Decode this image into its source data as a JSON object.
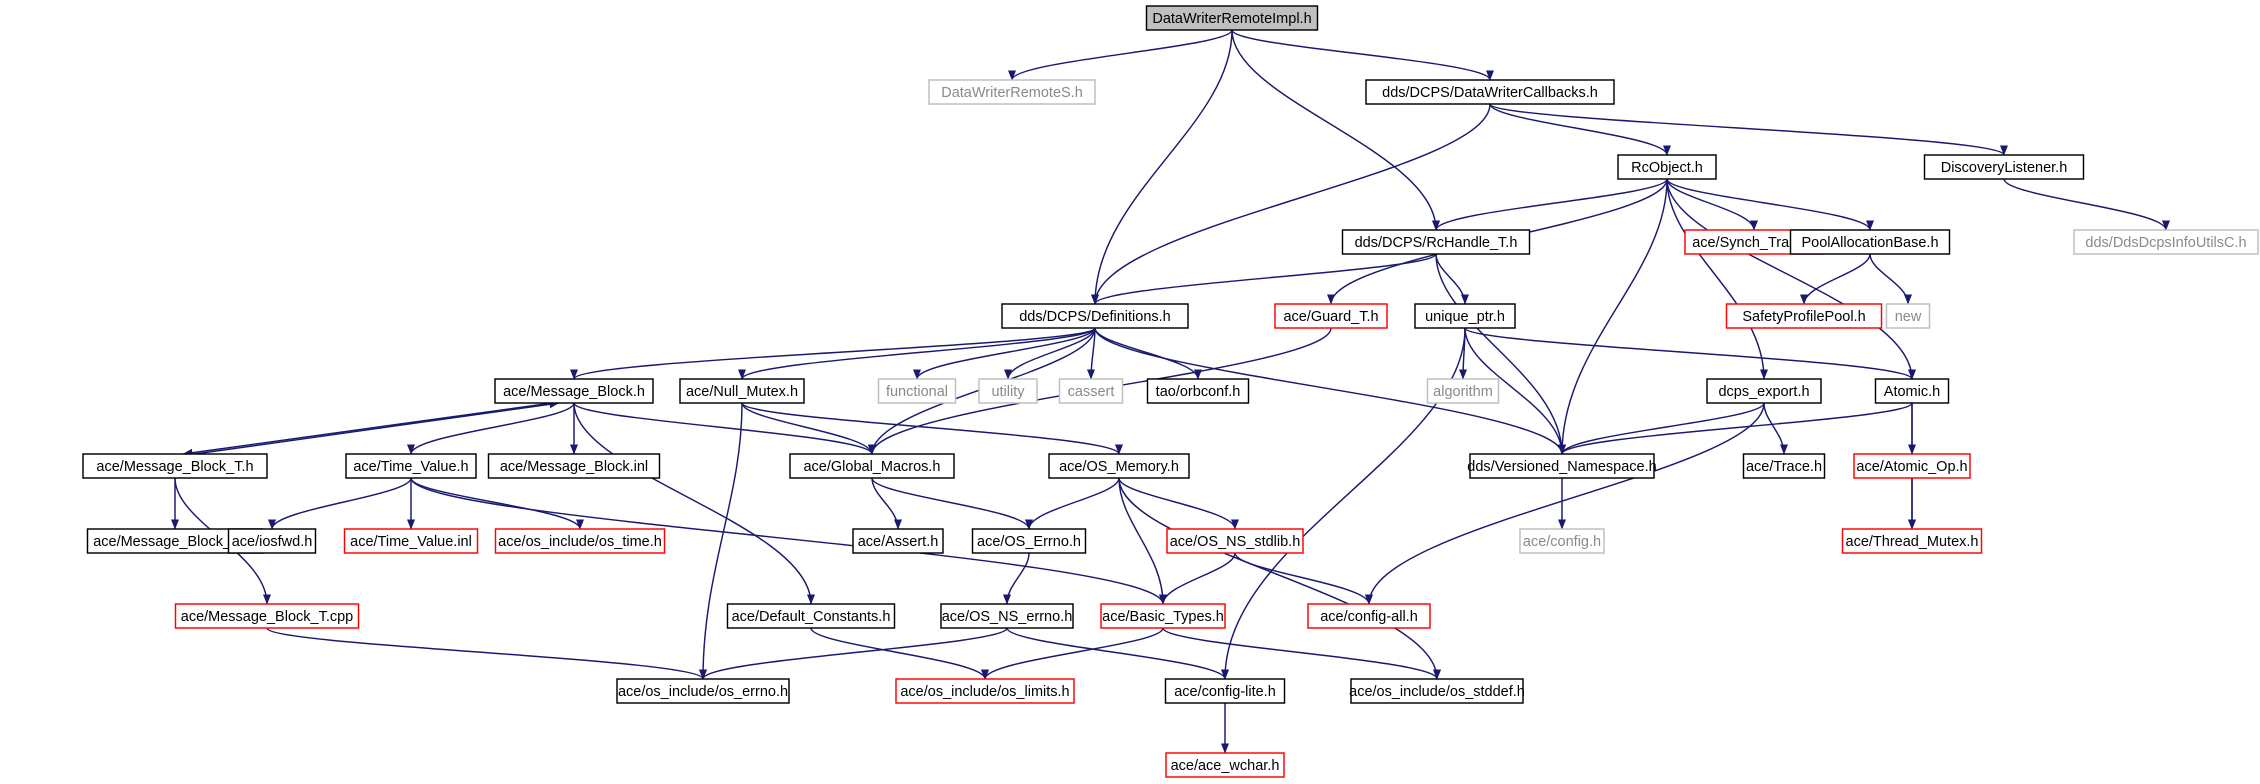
{
  "diagram": {
    "type": "include-dependency-graph",
    "colors": {
      "edge": "#191970",
      "root_fill": "#bfbfbf",
      "normal_border": "#000000",
      "red_border": "#ff0000",
      "gray_border": "#bfbfbf",
      "gray_text": "#8a8a8a"
    },
    "nodes": [
      {
        "id": "root",
        "label": "DataWriterRemoteImpl.h",
        "kind": "root"
      },
      {
        "id": "dwrs",
        "label": "DataWriterRemoteS.h",
        "kind": "gray"
      },
      {
        "id": "dwcb",
        "label": "dds/DCPS/DataWriterCallbacks.h",
        "kind": "normal"
      },
      {
        "id": "rcobj",
        "label": "RcObject.h",
        "kind": "normal"
      },
      {
        "id": "disc",
        "label": "DiscoveryListener.h",
        "kind": "normal"
      },
      {
        "id": "ddsinfo",
        "label": "dds/DdsDcpsInfoUtilsC.h",
        "kind": "gray"
      },
      {
        "id": "rchandle",
        "label": "dds/DCPS/RcHandle_T.h",
        "kind": "normal"
      },
      {
        "id": "synch",
        "label": "ace/Synch_Traits.h",
        "kind": "red"
      },
      {
        "id": "pool",
        "label": "PoolAllocationBase.h",
        "kind": "normal"
      },
      {
        "id": "defs",
        "label": "dds/DCPS/Definitions.h",
        "kind": "normal"
      },
      {
        "id": "guard",
        "label": "ace/Guard_T.h",
        "kind": "red"
      },
      {
        "id": "uptr",
        "label": "unique_ptr.h",
        "kind": "normal"
      },
      {
        "id": "safety",
        "label": "SafetyProfilePool.h",
        "kind": "red"
      },
      {
        "id": "new",
        "label": "new",
        "kind": "gray"
      },
      {
        "id": "msgblk",
        "label": "ace/Message_Block.h",
        "kind": "normal"
      },
      {
        "id": "nullmtx",
        "label": "ace/Null_Mutex.h",
        "kind": "normal"
      },
      {
        "id": "functional",
        "label": "functional",
        "kind": "gray"
      },
      {
        "id": "utility",
        "label": "utility",
        "kind": "gray"
      },
      {
        "id": "cassert",
        "label": "cassert",
        "kind": "gray"
      },
      {
        "id": "orbconf",
        "label": "tao/orbconf.h",
        "kind": "normal"
      },
      {
        "id": "algorithm",
        "label": "algorithm",
        "kind": "gray"
      },
      {
        "id": "dcpsexp",
        "label": "dcps_export.h",
        "kind": "normal"
      },
      {
        "id": "atomic",
        "label": "Atomic.h",
        "kind": "normal"
      },
      {
        "id": "msgblkT",
        "label": "ace/Message_Block_T.h",
        "kind": "normal"
      },
      {
        "id": "timeval",
        "label": "ace/Time_Value.h",
        "kind": "normal"
      },
      {
        "id": "msgblkinl",
        "label": "ace/Message_Block.inl",
        "kind": "normal"
      },
      {
        "id": "globmac",
        "label": "ace/Global_Macros.h",
        "kind": "normal"
      },
      {
        "id": "osmem",
        "label": "ace/OS_Memory.h",
        "kind": "normal"
      },
      {
        "id": "versns",
        "label": "dds/Versioned_Namespace.h",
        "kind": "normal"
      },
      {
        "id": "trace",
        "label": "ace/Trace.h",
        "kind": "normal"
      },
      {
        "id": "atomicop",
        "label": "ace/Atomic_Op.h",
        "kind": "red"
      },
      {
        "id": "msgblkTinl",
        "label": "ace/Message_Block_T.inl",
        "kind": "normal"
      },
      {
        "id": "iosfwd",
        "label": "ace/iosfwd.h",
        "kind": "normal"
      },
      {
        "id": "timevalinl",
        "label": "ace/Time_Value.inl",
        "kind": "red"
      },
      {
        "id": "ostime",
        "label": "ace/os_include/os_time.h",
        "kind": "red"
      },
      {
        "id": "assert",
        "label": "ace/Assert.h",
        "kind": "normal"
      },
      {
        "id": "oserrno",
        "label": "ace/OS_Errno.h",
        "kind": "normal"
      },
      {
        "id": "nsstdlib",
        "label": "ace/OS_NS_stdlib.h",
        "kind": "red"
      },
      {
        "id": "config",
        "label": "ace/config.h",
        "kind": "gray"
      },
      {
        "id": "thrmtx",
        "label": "ace/Thread_Mutex.h",
        "kind": "red"
      },
      {
        "id": "msgblkTcpp",
        "label": "ace/Message_Block_T.cpp",
        "kind": "red"
      },
      {
        "id": "defconst",
        "label": "ace/Default_Constants.h",
        "kind": "normal"
      },
      {
        "id": "nserrno",
        "label": "ace/OS_NS_errno.h",
        "kind": "normal"
      },
      {
        "id": "basictypes",
        "label": "ace/Basic_Types.h",
        "kind": "red"
      },
      {
        "id": "configall",
        "label": "ace/config-all.h",
        "kind": "red"
      },
      {
        "id": "oserrnoh",
        "label": "ace/os_include/os_errno.h",
        "kind": "normal"
      },
      {
        "id": "oslimits",
        "label": "ace/os_include/os_limits.h",
        "kind": "red"
      },
      {
        "id": "configlite",
        "label": "ace/config-lite.h",
        "kind": "normal"
      },
      {
        "id": "osstddef",
        "label": "ace/os_include/os_stddef.h",
        "kind": "normal"
      },
      {
        "id": "wchar",
        "label": "ace/ace_wchar.h",
        "kind": "red"
      }
    ],
    "edges": [
      {
        "from": "root",
        "to": "dwrs"
      },
      {
        "from": "root",
        "to": "dwcb"
      },
      {
        "from": "root",
        "to": "rchandle"
      },
      {
        "from": "root",
        "to": "defs"
      },
      {
        "from": "dwcb",
        "to": "rcobj"
      },
      {
        "from": "dwcb",
        "to": "disc"
      },
      {
        "from": "dwcb",
        "to": "defs"
      },
      {
        "from": "disc",
        "to": "ddsinfo"
      },
      {
        "from": "rcobj",
        "to": "rchandle"
      },
      {
        "from": "rcobj",
        "to": "synch"
      },
      {
        "from": "rcobj",
        "to": "pool"
      },
      {
        "from": "rcobj",
        "to": "guard"
      },
      {
        "from": "rcobj",
        "to": "versns"
      },
      {
        "from": "rcobj",
        "to": "dcpsexp"
      },
      {
        "from": "rcobj",
        "to": "atomic"
      },
      {
        "from": "pool",
        "to": "safety"
      },
      {
        "from": "pool",
        "to": "new"
      },
      {
        "from": "rchandle",
        "to": "defs"
      },
      {
        "from": "rchandle",
        "to": "uptr"
      },
      {
        "from": "rchandle",
        "to": "versns"
      },
      {
        "from": "defs",
        "to": "msgblk"
      },
      {
        "from": "defs",
        "to": "nullmtx"
      },
      {
        "from": "defs",
        "to": "functional"
      },
      {
        "from": "defs",
        "to": "utility"
      },
      {
        "from": "defs",
        "to": "cassert"
      },
      {
        "from": "defs",
        "to": "orbconf"
      },
      {
        "from": "defs",
        "to": "globmac"
      },
      {
        "from": "defs",
        "to": "versns"
      },
      {
        "from": "guard",
        "to": "globmac"
      },
      {
        "from": "uptr",
        "to": "algorithm"
      },
      {
        "from": "uptr",
        "to": "versns"
      },
      {
        "from": "uptr",
        "to": "atomic"
      },
      {
        "from": "uptr",
        "to": "configlite"
      },
      {
        "from": "msgblk",
        "to": "msgblkT"
      },
      {
        "from": "msgblk",
        "to": "timeval"
      },
      {
        "from": "msgblk",
        "to": "msgblkinl"
      },
      {
        "from": "msgblk",
        "to": "globmac"
      },
      {
        "from": "msgblk",
        "to": "defconst"
      },
      {
        "from": "msgblkT",
        "to": "msgblk"
      },
      {
        "from": "msgblkT",
        "to": "msgblkTinl"
      },
      {
        "from": "msgblkT",
        "to": "msgblkTcpp"
      },
      {
        "from": "nullmtx",
        "to": "globmac"
      },
      {
        "from": "nullmtx",
        "to": "osmem"
      },
      {
        "from": "nullmtx",
        "to": "oserrnoh"
      },
      {
        "from": "timeval",
        "to": "iosfwd"
      },
      {
        "from": "timeval",
        "to": "timevalinl"
      },
      {
        "from": "timeval",
        "to": "ostime"
      },
      {
        "from": "timeval",
        "to": "basictypes"
      },
      {
        "from": "globmac",
        "to": "assert"
      },
      {
        "from": "globmac",
        "to": "oserrno"
      },
      {
        "from": "osmem",
        "to": "oserrno"
      },
      {
        "from": "osmem",
        "to": "nsstdlib"
      },
      {
        "from": "osmem",
        "to": "basictypes"
      },
      {
        "from": "osmem",
        "to": "osstddef"
      },
      {
        "from": "dcpsexp",
        "to": "versns"
      },
      {
        "from": "dcpsexp",
        "to": "trace"
      },
      {
        "from": "dcpsexp",
        "to": "configall"
      },
      {
        "from": "atomic",
        "to": "versns"
      },
      {
        "from": "atomic",
        "to": "atomicop"
      },
      {
        "from": "atomic",
        "to": "thrmtx"
      },
      {
        "from": "atomicop",
        "to": "thrmtx"
      },
      {
        "from": "versns",
        "to": "config"
      },
      {
        "from": "oserrno",
        "to": "nserrno"
      },
      {
        "from": "nsstdlib",
        "to": "basictypes"
      },
      {
        "from": "nsstdlib",
        "to": "configall"
      },
      {
        "from": "msgblkTcpp",
        "to": "oserrnoh"
      },
      {
        "from": "defconst",
        "to": "oslimits"
      },
      {
        "from": "nserrno",
        "to": "oserrnoh"
      },
      {
        "from": "nserrno",
        "to": "configlite"
      },
      {
        "from": "basictypes",
        "to": "oslimits"
      },
      {
        "from": "basictypes",
        "to": "osstddef"
      },
      {
        "from": "configlite",
        "to": "wchar"
      }
    ]
  }
}
